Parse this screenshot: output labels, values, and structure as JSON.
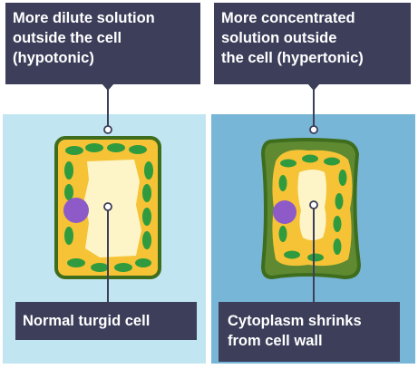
{
  "colors": {
    "left_background": "#c2e6f1",
    "right_background": "#78b6d8",
    "label_box": "#3c3e5a",
    "label_text": "#ffffff",
    "cell_wall": "#3f6d1e",
    "cytoplasm": "#f5c335",
    "vacuole": "#fdf4c8",
    "chloroplast": "#2f9b3e",
    "nucleus": "#8e5ac8",
    "shrunk_gap": "#5f8a32"
  },
  "labels": {
    "hypotonic": "More dilute solution\noutside the cell\n(hypotonic)",
    "hypertonic": "More concentrated\nsolution outside\nthe cell (hypertonic)",
    "turgid": "Normal turgid cell",
    "shrinks": "Cytoplasm shrinks\nfrom cell wall"
  },
  "icons": {
    "pointer": "circle-pointer",
    "nucleus": "circle-nucleus",
    "chloroplast": "ellipse-chloroplast"
  }
}
